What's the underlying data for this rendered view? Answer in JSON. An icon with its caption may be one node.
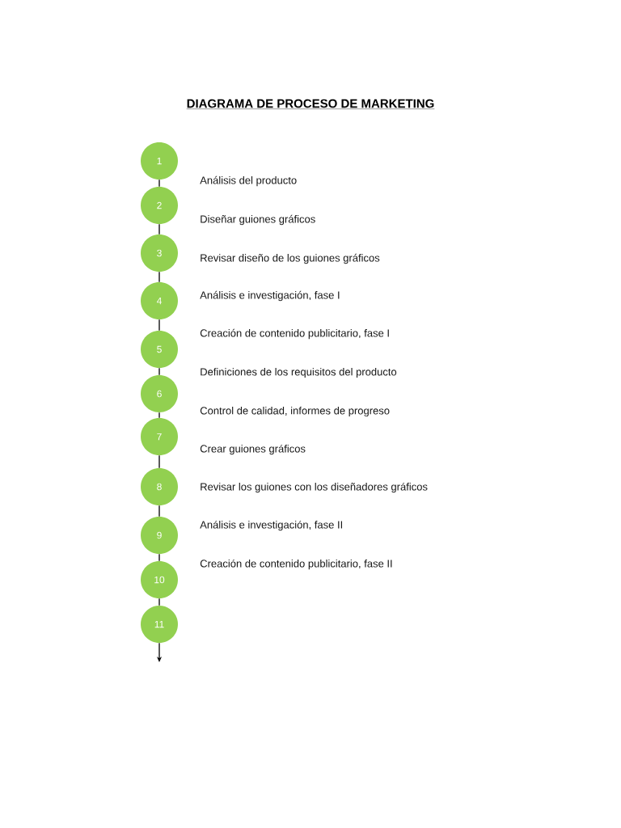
{
  "diagram": {
    "title": "DIAGRAMA DE PROCESO DE MARKETING",
    "nodes": [
      {
        "text": [
          "1"
        ]
      },
      {
        "text": [
          "2"
        ]
      },
      {
        "text": [
          "3"
        ]
      },
      {
        "text": [
          "4"
        ]
      },
      {
        "text": [
          "5"
        ]
      },
      {
        "text": [
          "6"
        ]
      },
      {
        "text": [
          "7"
        ]
      },
      {
        "text": [
          "8"
        ]
      },
      {
        "text": [
          "9"
        ]
      },
      {
        "text": [
          "10"
        ]
      },
      {
        "text": [
          "11"
        ]
      }
    ],
    "edges": [
      {
        "from": 0,
        "to": 1,
        "arrow": "none"
      },
      {
        "from": 1,
        "to": 2,
        "arrow": "none"
      },
      {
        "from": 2,
        "to": 3,
        "arrow": "none"
      },
      {
        "from": 3,
        "to": 4,
        "arrow": "none"
      },
      {
        "from": 4,
        "to": 5,
        "arrow": "none"
      },
      {
        "from": 5,
        "to": 6,
        "arrow": "none"
      },
      {
        "from": 6,
        "to": 7,
        "arrow": "none"
      },
      {
        "from": 7,
        "to": 8,
        "arrow": "none"
      },
      {
        "from": 8,
        "to": 9,
        "arrow": "none"
      },
      {
        "from": 9,
        "to": 10,
        "arrow": "none"
      },
      {
        "from": 10,
        "to": null,
        "arrow": "to"
      }
    ],
    "labels": [
      "Análisis del producto",
      "Diseñar guiones gráficos",
      "Revisar diseño de los guiones gráficos",
      "Análisis e investigación, fase I",
      "Creación de contenido publicitario, fase I",
      "Definiciones de los requisitos del producto",
      "Control de calidad, informes de progreso",
      "Crear guiones gráficos",
      "Revisar los guiones con los diseñadores gráficos",
      "Análisis e investigación, fase II",
      "Creación de contenido publicitario, fase II"
    ]
  }
}
